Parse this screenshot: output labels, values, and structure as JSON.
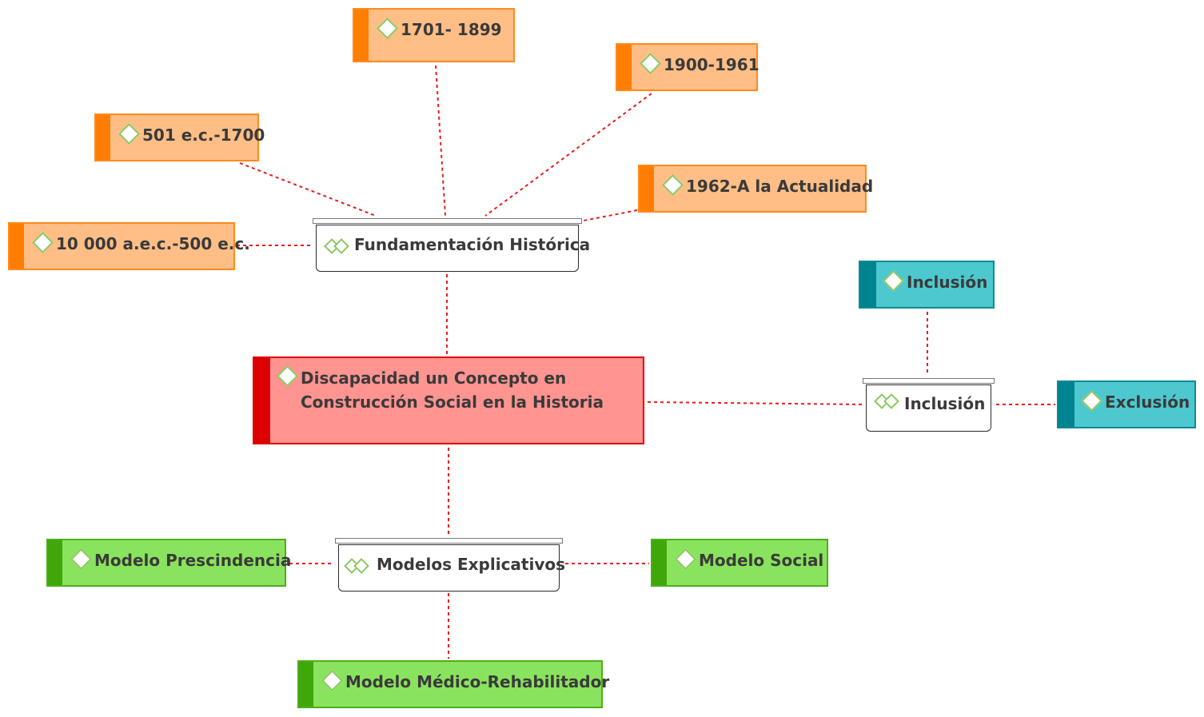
{
  "diagram": {
    "central": {
      "label": "Discapacidad un Concepto en Construcción Social en la Historia"
    },
    "hubs": {
      "fundamentacion": {
        "label": "Fundamentación Histórica"
      },
      "inclusion": {
        "label": "Inclusión"
      },
      "modelos": {
        "label": "Modelos Explicativos"
      }
    },
    "periods": [
      {
        "label": "1701- 1899"
      },
      {
        "label": "1900-1961"
      },
      {
        "label": "501 e.c.-1700"
      },
      {
        "label": "1962-A la Actualidad"
      },
      {
        "label": "10 000 a.e.c.-500 e.c."
      }
    ],
    "inclusion_topics": [
      {
        "label": "Inclusión"
      },
      {
        "label": "Exclusión"
      }
    ],
    "models": [
      {
        "label": "Modelo Prescindencia"
      },
      {
        "label": "Modelo Social"
      },
      {
        "label": "Modelo Médico-Rehabilitador"
      }
    ],
    "colors": {
      "connector": "#e81c1c",
      "period_fill": "#ffbe86",
      "period_accent": "#ff7d00",
      "inclusion_fill": "#4dc8cf",
      "inclusion_accent": "#00848f",
      "model_fill": "#8ae35e",
      "model_accent": "#3fa70a",
      "central_fill": "#ff9490",
      "central_accent": "#dc0000",
      "icon_stroke": "#8bc860"
    },
    "icons": {
      "topic": "diamond-icon",
      "hub": "double-diamond-icon"
    }
  }
}
